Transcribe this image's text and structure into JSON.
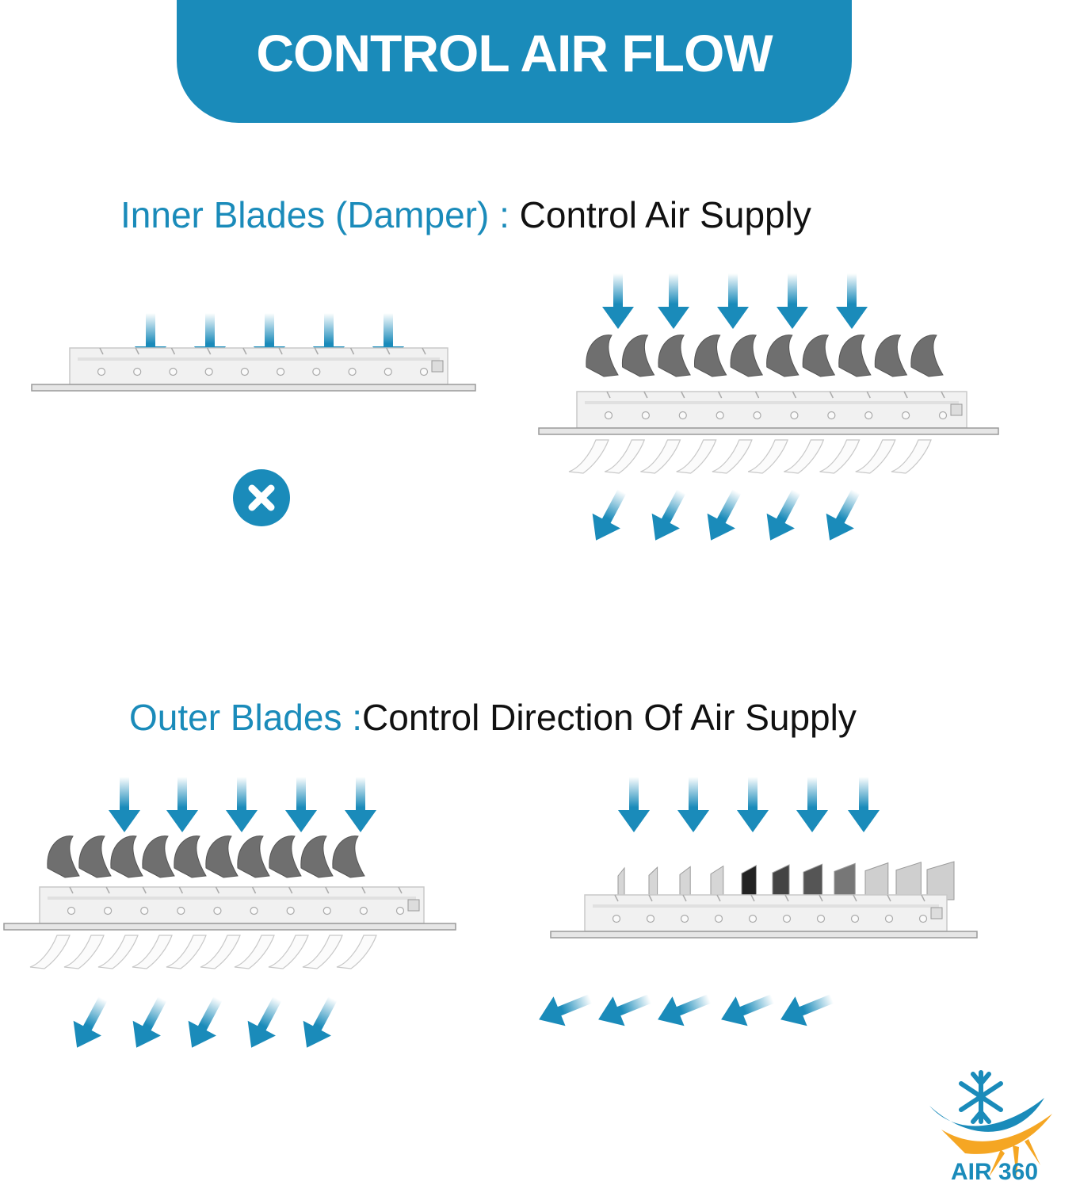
{
  "header": {
    "title": "CONTROL AIR FLOW"
  },
  "inner": {
    "label": "Inner Blades (Damper)",
    "separator": " : ",
    "description": "Control Air Supply"
  },
  "outer": {
    "label": "Outer Blades",
    "separator": " :",
    "description": "Control Direction Of Air Supply"
  },
  "brand": {
    "name": "AIR 360"
  },
  "colors": {
    "accent": "#1a8bba",
    "text": "#111111",
    "logo_orange": "#f5a623"
  },
  "panels": [
    {
      "id": "inner-closed",
      "state": "closed",
      "incoming_arrows": 5,
      "outgoing": "none",
      "status_icon": "close-icon"
    },
    {
      "id": "inner-open",
      "state": "open",
      "incoming_arrows": 5,
      "outgoing": "down-left"
    },
    {
      "id": "outer-down",
      "state": "open",
      "incoming_arrows": 5,
      "outgoing": "down-left"
    },
    {
      "id": "outer-side",
      "state": "open",
      "incoming_arrows": 5,
      "outgoing": "left"
    }
  ]
}
